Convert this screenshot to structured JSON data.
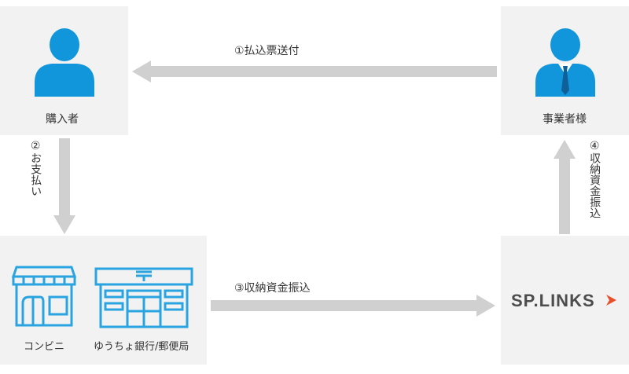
{
  "nodes": {
    "buyer": {
      "label": "購入者"
    },
    "merchant": {
      "label": "事業者様"
    },
    "store": {
      "label": "コンビニ"
    },
    "bank": {
      "label": "ゆうちょ銀行/郵便局"
    },
    "company": {
      "logo_text": "SP.LINKS"
    }
  },
  "flows": {
    "step1": "①払込票送付",
    "step2": "②お支払い",
    "step3": "③収納資金振込",
    "step4": "④収納資金振込"
  },
  "colors": {
    "person_icon": "#1296db",
    "building_icon": "#2aa4e0",
    "arrow": "#d0d0d0",
    "box_bg": "#f2f2f2",
    "logo_text": "#4d4d4d",
    "logo_accent": "#e94e2a"
  }
}
